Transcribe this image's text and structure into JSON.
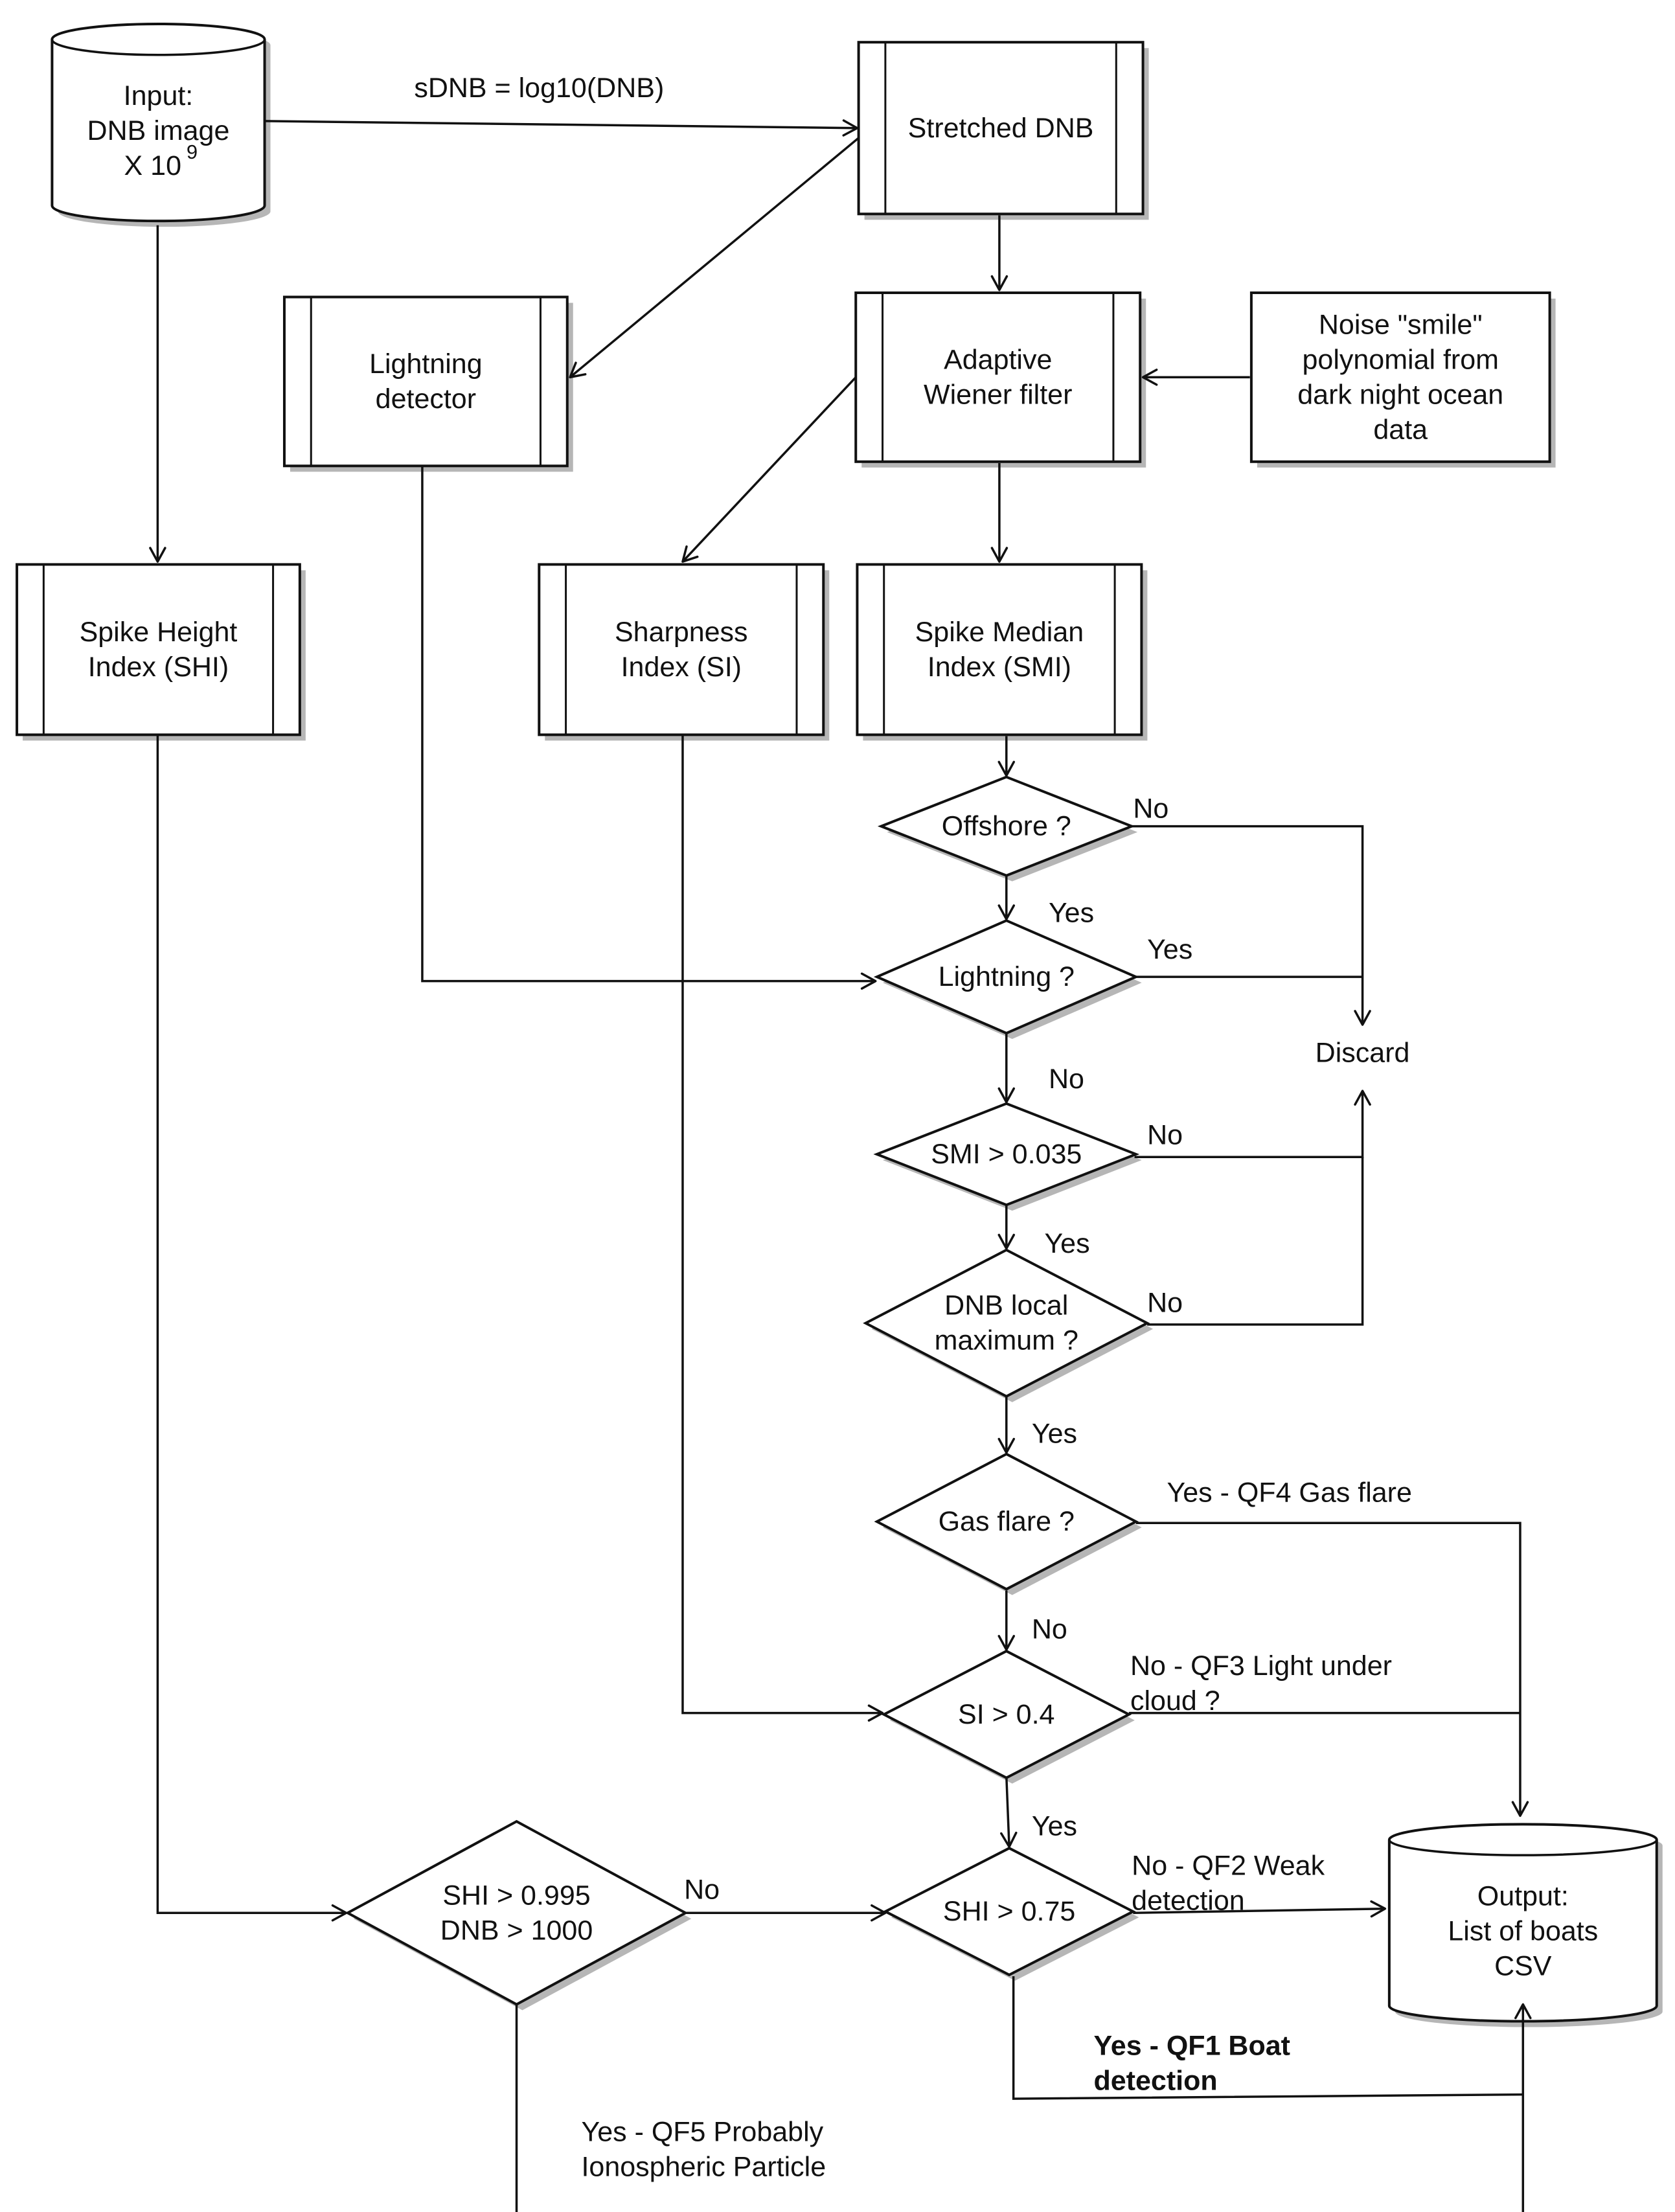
{
  "nodes": {
    "input": {
      "lines": [
        "Input:",
        "DNB image",
        "X 10"
      ],
      "superscript": "9"
    },
    "stretched": {
      "lines": [
        "Stretched DNB"
      ]
    },
    "lightning_detector": {
      "lines": [
        "Lightning",
        "detector"
      ]
    },
    "wiener": {
      "lines": [
        "Adaptive",
        "Wiener filter"
      ]
    },
    "noise": {
      "lines": [
        "Noise \"smile\"",
        "polynomial from",
        "dark night ocean",
        "data"
      ]
    },
    "shi_index": {
      "lines": [
        "Spike Height",
        "Index (SHI)"
      ]
    },
    "si_index": {
      "lines": [
        "Sharpness",
        "Index (SI)"
      ]
    },
    "smi_index": {
      "lines": [
        "Spike Median",
        "Index (SMI)"
      ]
    },
    "offshore": {
      "lines": [
        "Offshore ?"
      ]
    },
    "lightning_q": {
      "lines": [
        "Lightning ?"
      ]
    },
    "discard": {
      "lines": [
        "Discard"
      ]
    },
    "smi_q": {
      "lines": [
        "SMI > 0.035"
      ]
    },
    "local_max": {
      "lines": [
        "DNB local",
        "maximum ?"
      ]
    },
    "gas_flare": {
      "lines": [
        "Gas flare ?"
      ]
    },
    "si_q": {
      "lines": [
        "SI > 0.4"
      ]
    },
    "shi_995": {
      "lines": [
        "SHI > 0.995",
        "DNB > 1000"
      ]
    },
    "shi_075": {
      "lines": [
        "SHI > 0.75"
      ]
    },
    "output": {
      "lines": [
        "Output:",
        "List of boats",
        "CSV"
      ]
    }
  },
  "edge_labels": {
    "sdnb": {
      "lines": [
        "sDNB = log10(DNB)"
      ]
    },
    "offshore_no": {
      "lines": [
        "No"
      ]
    },
    "offshore_yes": {
      "lines": [
        "Yes"
      ]
    },
    "lightning_yes": {
      "lines": [
        "Yes"
      ]
    },
    "lightning_no": {
      "lines": [
        "No"
      ]
    },
    "smi_no": {
      "lines": [
        "No"
      ]
    },
    "smi_yes": {
      "lines": [
        "Yes"
      ]
    },
    "local_no": {
      "lines": [
        "No"
      ]
    },
    "local_yes": {
      "lines": [
        "Yes"
      ]
    },
    "gas_yes": {
      "lines": [
        "Yes - QF4 Gas flare"
      ]
    },
    "gas_no": {
      "lines": [
        "No"
      ]
    },
    "si_no": {
      "lines": [
        "No - QF3 Light under",
        "cloud ?"
      ]
    },
    "si_yes": {
      "lines": [
        "Yes"
      ]
    },
    "shi995_no": {
      "lines": [
        "No"
      ]
    },
    "shi075_no": {
      "lines": [
        "No - QF2 Weak",
        "detection"
      ]
    },
    "shi075_yes": {
      "lines": [
        "Yes - QF1 Boat",
        "detection"
      ]
    },
    "shi995_yes": {
      "lines": [
        "Yes - QF5 Probably",
        "Ionospheric Particle"
      ]
    }
  }
}
